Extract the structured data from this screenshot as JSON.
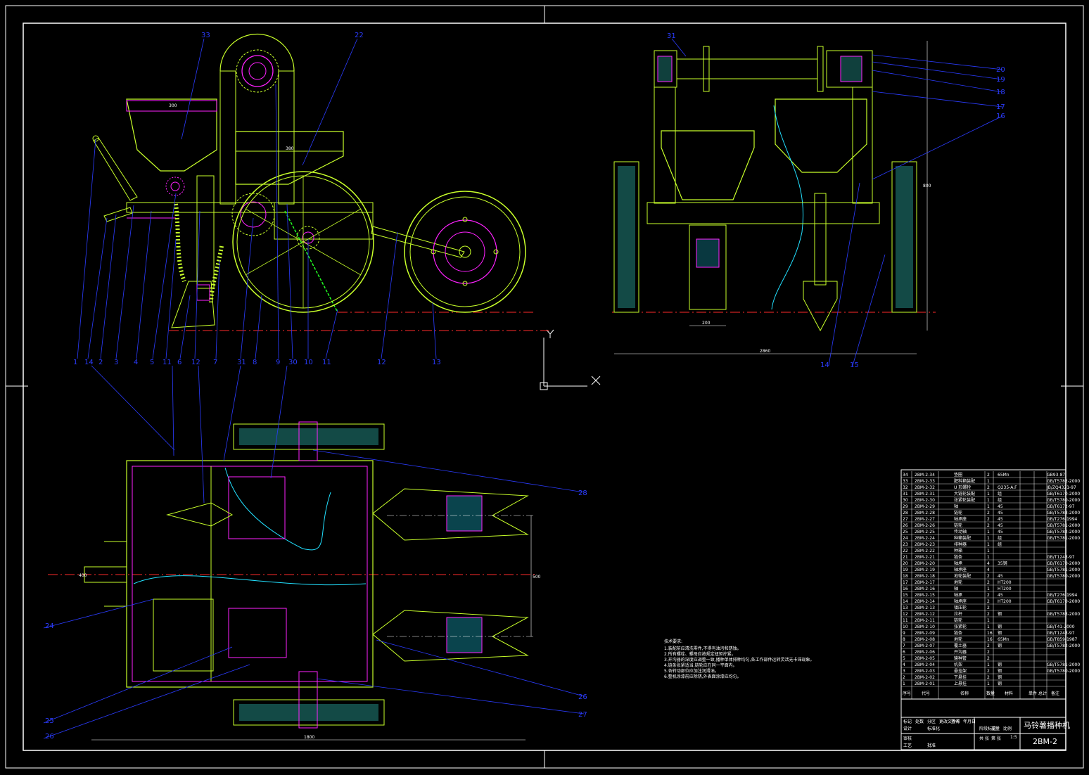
{
  "drawing": {
    "title": "马铃薯播种机",
    "code": "2BM-2",
    "scale": "1:5",
    "colors": {
      "background": "#000000",
      "frame": "#ffffff",
      "outline": "#c8ff2a",
      "green": "#22ff22",
      "magenta": "#ff22ff",
      "cyan": "#22e0ff",
      "leader": "#2b3cff",
      "centerline": "#ff2a2a",
      "hatch": "#2fb8b0"
    }
  },
  "side_view": {
    "labels": [
      "1",
      "14",
      "2",
      "3",
      "4",
      "5",
      "11",
      "6",
      "12",
      "7",
      "31",
      "8",
      "9",
      "30",
      "10",
      "11",
      "12",
      "13"
    ],
    "top_labels": [
      "33",
      "22"
    ],
    "dims": [
      "300",
      "380"
    ]
  },
  "rear_view": {
    "labels_right": [
      "20",
      "19",
      "18",
      "17",
      "16"
    ],
    "labels_top": [
      "31"
    ],
    "labels_bottom": [
      "14",
      "15"
    ],
    "dims": [
      "800",
      "2860",
      "200"
    ]
  },
  "plan_view": {
    "labels_right": [
      "28",
      "26",
      "27"
    ],
    "labels_left": [
      "24",
      "25",
      "26"
    ],
    "dims": [
      "1800",
      "500",
      "400"
    ]
  },
  "notes": {
    "header": "技术要求:",
    "lines": [
      "1.装配前应清洗零件,不得有油污和锈蚀。",
      "2.所有螺栓、螺母应按规定扭矩拧紧。",
      "3.开沟器的深度应调整一致,播种单体排种均匀,各工作部件运转灵活无卡滞现象。",
      "4.链条张紧适当,链轮应在同一平面内。",
      "5.各转动部位应加注润滑油。",
      "6.整机涂漆前应除锈,外表面涂漆应均匀。"
    ]
  },
  "parts_table": {
    "headers": [
      "序号",
      "代号",
      "名称",
      "数量",
      "材料",
      "单件",
      "总计",
      "备注"
    ],
    "rows": [
      [
        "34",
        "2BM-2-34",
        "垫圈",
        "2",
        "65Mn",
        "GB93-87"
      ],
      [
        "33",
        "2BM-2-33",
        "肥料箱装配",
        "1",
        "",
        "GB/T5782-2000"
      ],
      [
        "32",
        "2BM-2-32",
        "U 形螺栓",
        "2",
        "Q235-A.F",
        "JB/ZQ4321-97"
      ],
      [
        "31",
        "2BM-2-31",
        "大链轮装配",
        "1",
        "组",
        "GB/T6170-2000"
      ],
      [
        "30",
        "2BM-2-30",
        "张紧轮装配",
        "1",
        "组",
        "GB/T5780-2000"
      ],
      [
        "29",
        "2BM-2-29",
        "轴",
        "1",
        "45",
        "GB/T6172-97"
      ],
      [
        "28",
        "2BM-2-28",
        "链轮",
        "2",
        "45",
        "GB/T5783-2000"
      ],
      [
        "27",
        "2BM-2-27",
        "轴承座",
        "2",
        "45",
        "GB/T276-1994"
      ],
      [
        "26",
        "2BM-2-26",
        "链轮",
        "2",
        "45",
        "GB/T5781-2000"
      ],
      [
        "25",
        "2BM-2-25",
        "传动轴",
        "1",
        "45",
        "GB/T5782-2000"
      ],
      [
        "24",
        "2BM-2-24",
        "种箱装配",
        "1",
        "组",
        "GB/T5781-2000"
      ],
      [
        "23",
        "2BM-2-23",
        "排种器",
        "1",
        "组",
        ""
      ],
      [
        "22",
        "2BM-2-22",
        "种箱",
        "1",
        "",
        ""
      ],
      [
        "21",
        "2BM-2-21",
        "链条",
        "1",
        "",
        "GB/T1243-97"
      ],
      [
        "20",
        "2BM-2-20",
        "轴承",
        "4",
        "35钢",
        "GB/T6170-2000"
      ],
      [
        "19",
        "2BM-2-19",
        "轴承座",
        "4",
        "",
        "GB/T5781-2000"
      ],
      [
        "18",
        "2BM-2-18",
        "地轮装配",
        "2",
        "45",
        "GB/T5780-2000"
      ],
      [
        "17",
        "2BM-2-17",
        "地轮",
        "2",
        "HT200",
        ""
      ],
      [
        "16",
        "2BM-2-16",
        "轴",
        "1",
        "HT200",
        ""
      ],
      [
        "15",
        "2BM-2-15",
        "轴承",
        "2",
        "45",
        "GB/T276-1994"
      ],
      [
        "14",
        "2BM-2-14",
        "轴承座",
        "2",
        "HT200",
        "GB/T6170-2000"
      ],
      [
        "13",
        "2BM-2-13",
        "镇压轮",
        "2",
        "",
        ""
      ],
      [
        "12",
        "2BM-2-12",
        "拉杆",
        "2",
        "钢",
        "GB/T5783-2000"
      ],
      [
        "11",
        "2BM-2-11",
        "链轮",
        "1",
        "",
        ""
      ],
      [
        "10",
        "2BM-2-10",
        "张紧轮",
        "1",
        "钢",
        "GB/T41-2000"
      ],
      [
        "9",
        "2BM-2-09",
        "链条",
        "16",
        "钢",
        "GB/T1243-97"
      ],
      [
        "8",
        "2BM-2-08",
        "地轮",
        "16",
        "65Mn",
        "GB/T859-1987"
      ],
      [
        "7",
        "2BM-2-07",
        "覆土器",
        "2",
        "钢",
        "GB/T5782-2000"
      ],
      [
        "6",
        "2BM-2-06",
        "开沟器",
        "2",
        "",
        ""
      ],
      [
        "5",
        "2BM-2-05",
        "输种管",
        "2",
        "",
        ""
      ],
      [
        "4",
        "2BM-2-04",
        "机架",
        "1",
        "钢",
        "GB/T5781-2000"
      ],
      [
        "3",
        "2BM-2-03",
        "悬挂架",
        "2",
        "钢",
        "GB/T5780-2000"
      ],
      [
        "2",
        "2BM-2-02",
        "下悬挂",
        "2",
        "钢",
        ""
      ],
      [
        "1",
        "2BM-2-01",
        "上悬挂",
        "1",
        "钢",
        ""
      ]
    ],
    "footer": {
      "row1": [
        "标记",
        "处数",
        "分区",
        "更改文件号",
        "签名",
        "年月日"
      ],
      "row2": [
        "设计",
        "",
        "标准化",
        "",
        "阶段标记",
        "重量",
        "比例"
      ],
      "row3": [
        "审核",
        "",
        "",
        "",
        "共 张",
        "第 张"
      ],
      "row4": [
        "工艺",
        "",
        "批准",
        ""
      ]
    }
  }
}
